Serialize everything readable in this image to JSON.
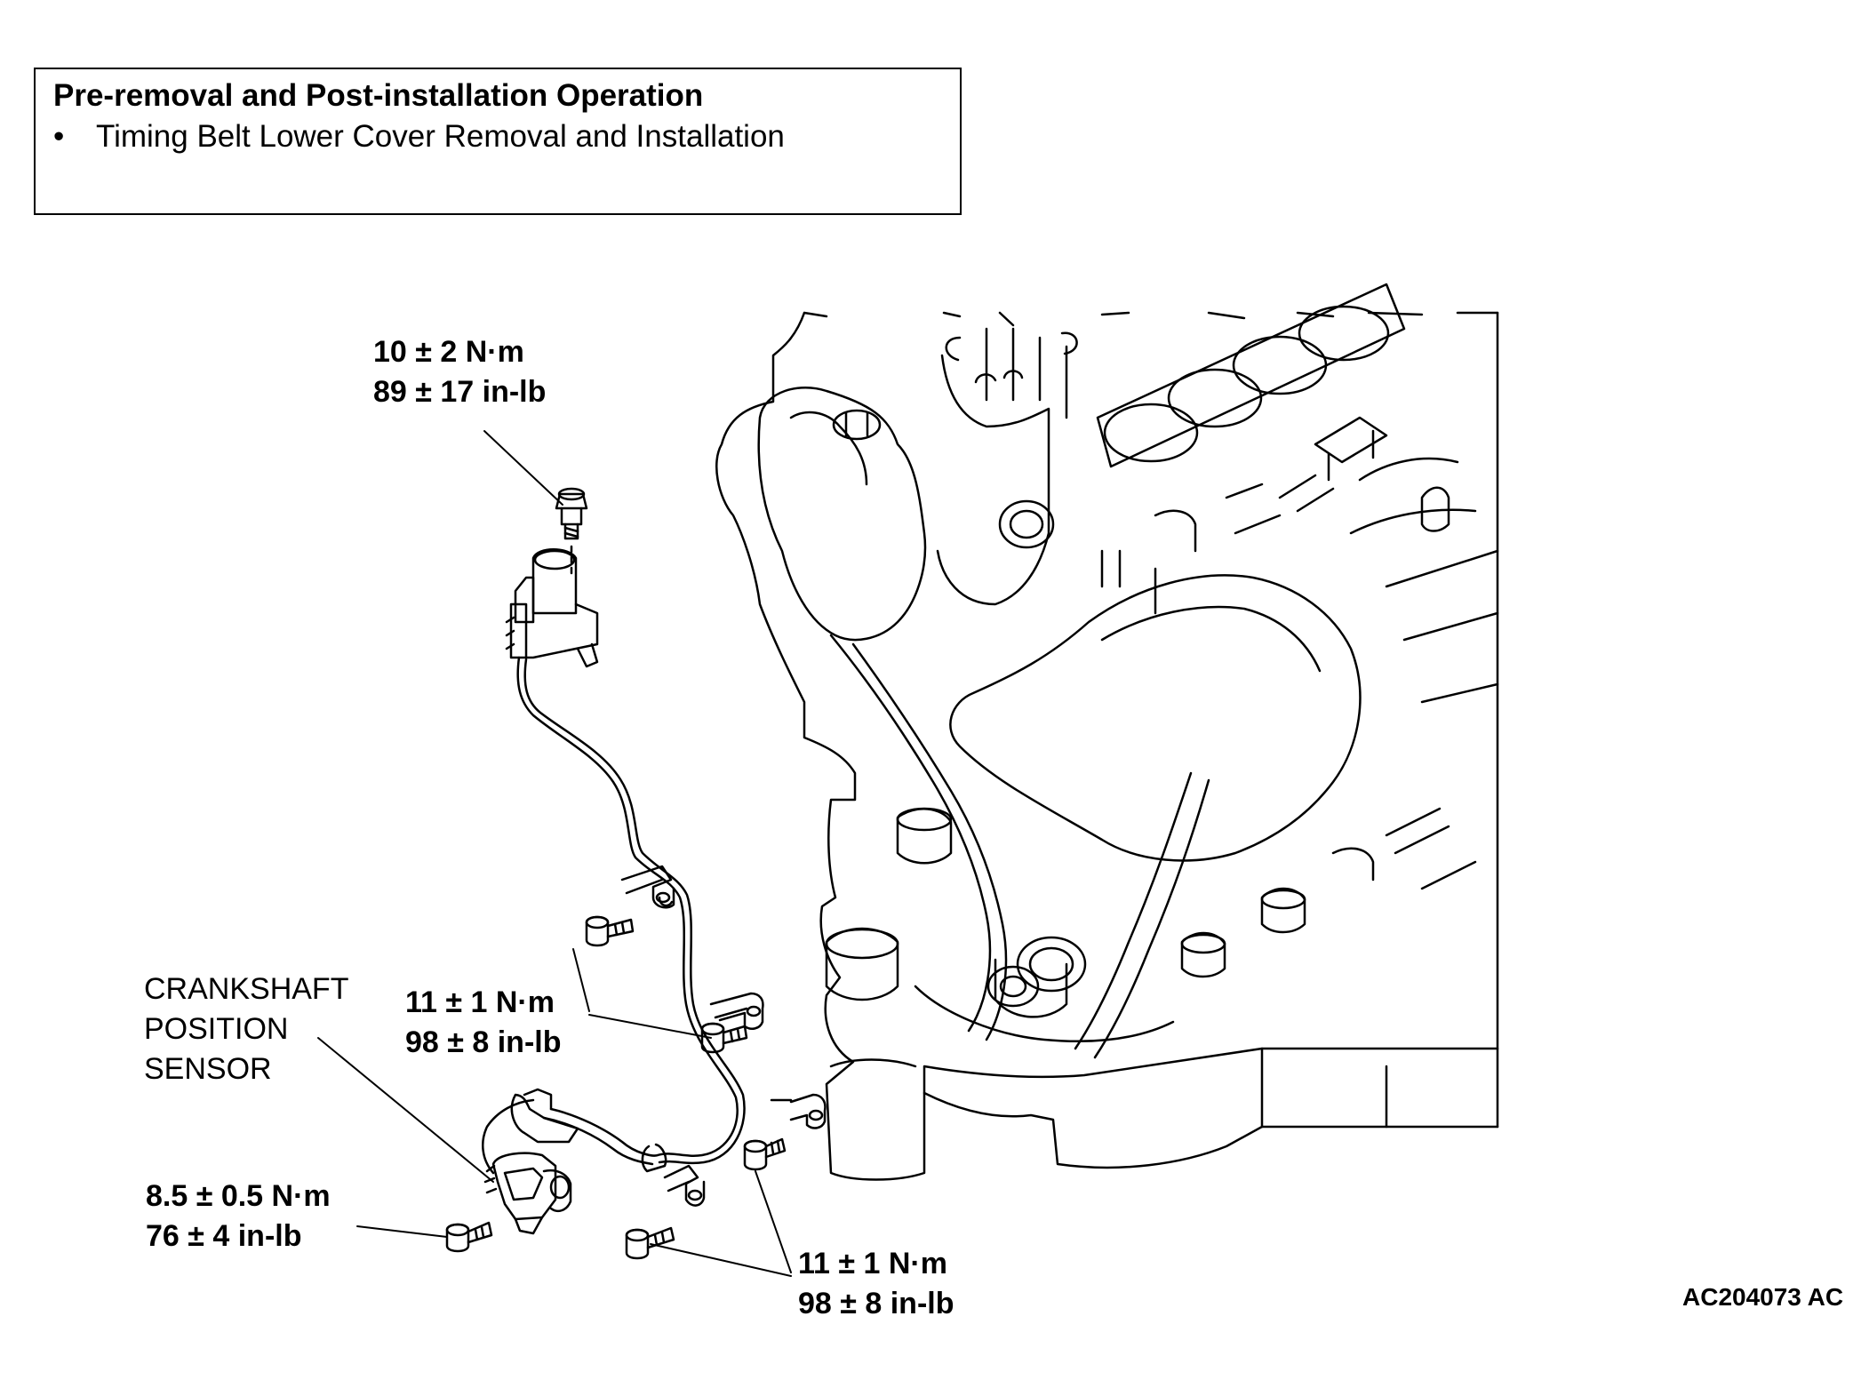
{
  "header": {
    "title": "Pre-removal and Post-installation Operation",
    "items": [
      "Timing Belt Lower Cover Removal and Installation"
    ],
    "bullet": "•"
  },
  "labels": {
    "top_bolt": {
      "metric": "10 ± 2 N·m",
      "imperial": "89 ± 17 in-lb"
    },
    "middle_bolts": {
      "metric": "11 ± 1 N·m",
      "imperial": "98 ± 8 in-lb"
    },
    "sensor_bolt": {
      "metric": "8.5 ± 0.5 N·m",
      "imperial": "76 ± 4 in-lb"
    },
    "bottom_bolts": {
      "metric": "11 ± 1 N·m",
      "imperial": "98 ± 8 in-lb"
    },
    "crankshaft_sensor": [
      "CRANKSHAFT",
      "POSITION",
      "SENSOR"
    ]
  },
  "figure_ref": "AC204073 AC"
}
